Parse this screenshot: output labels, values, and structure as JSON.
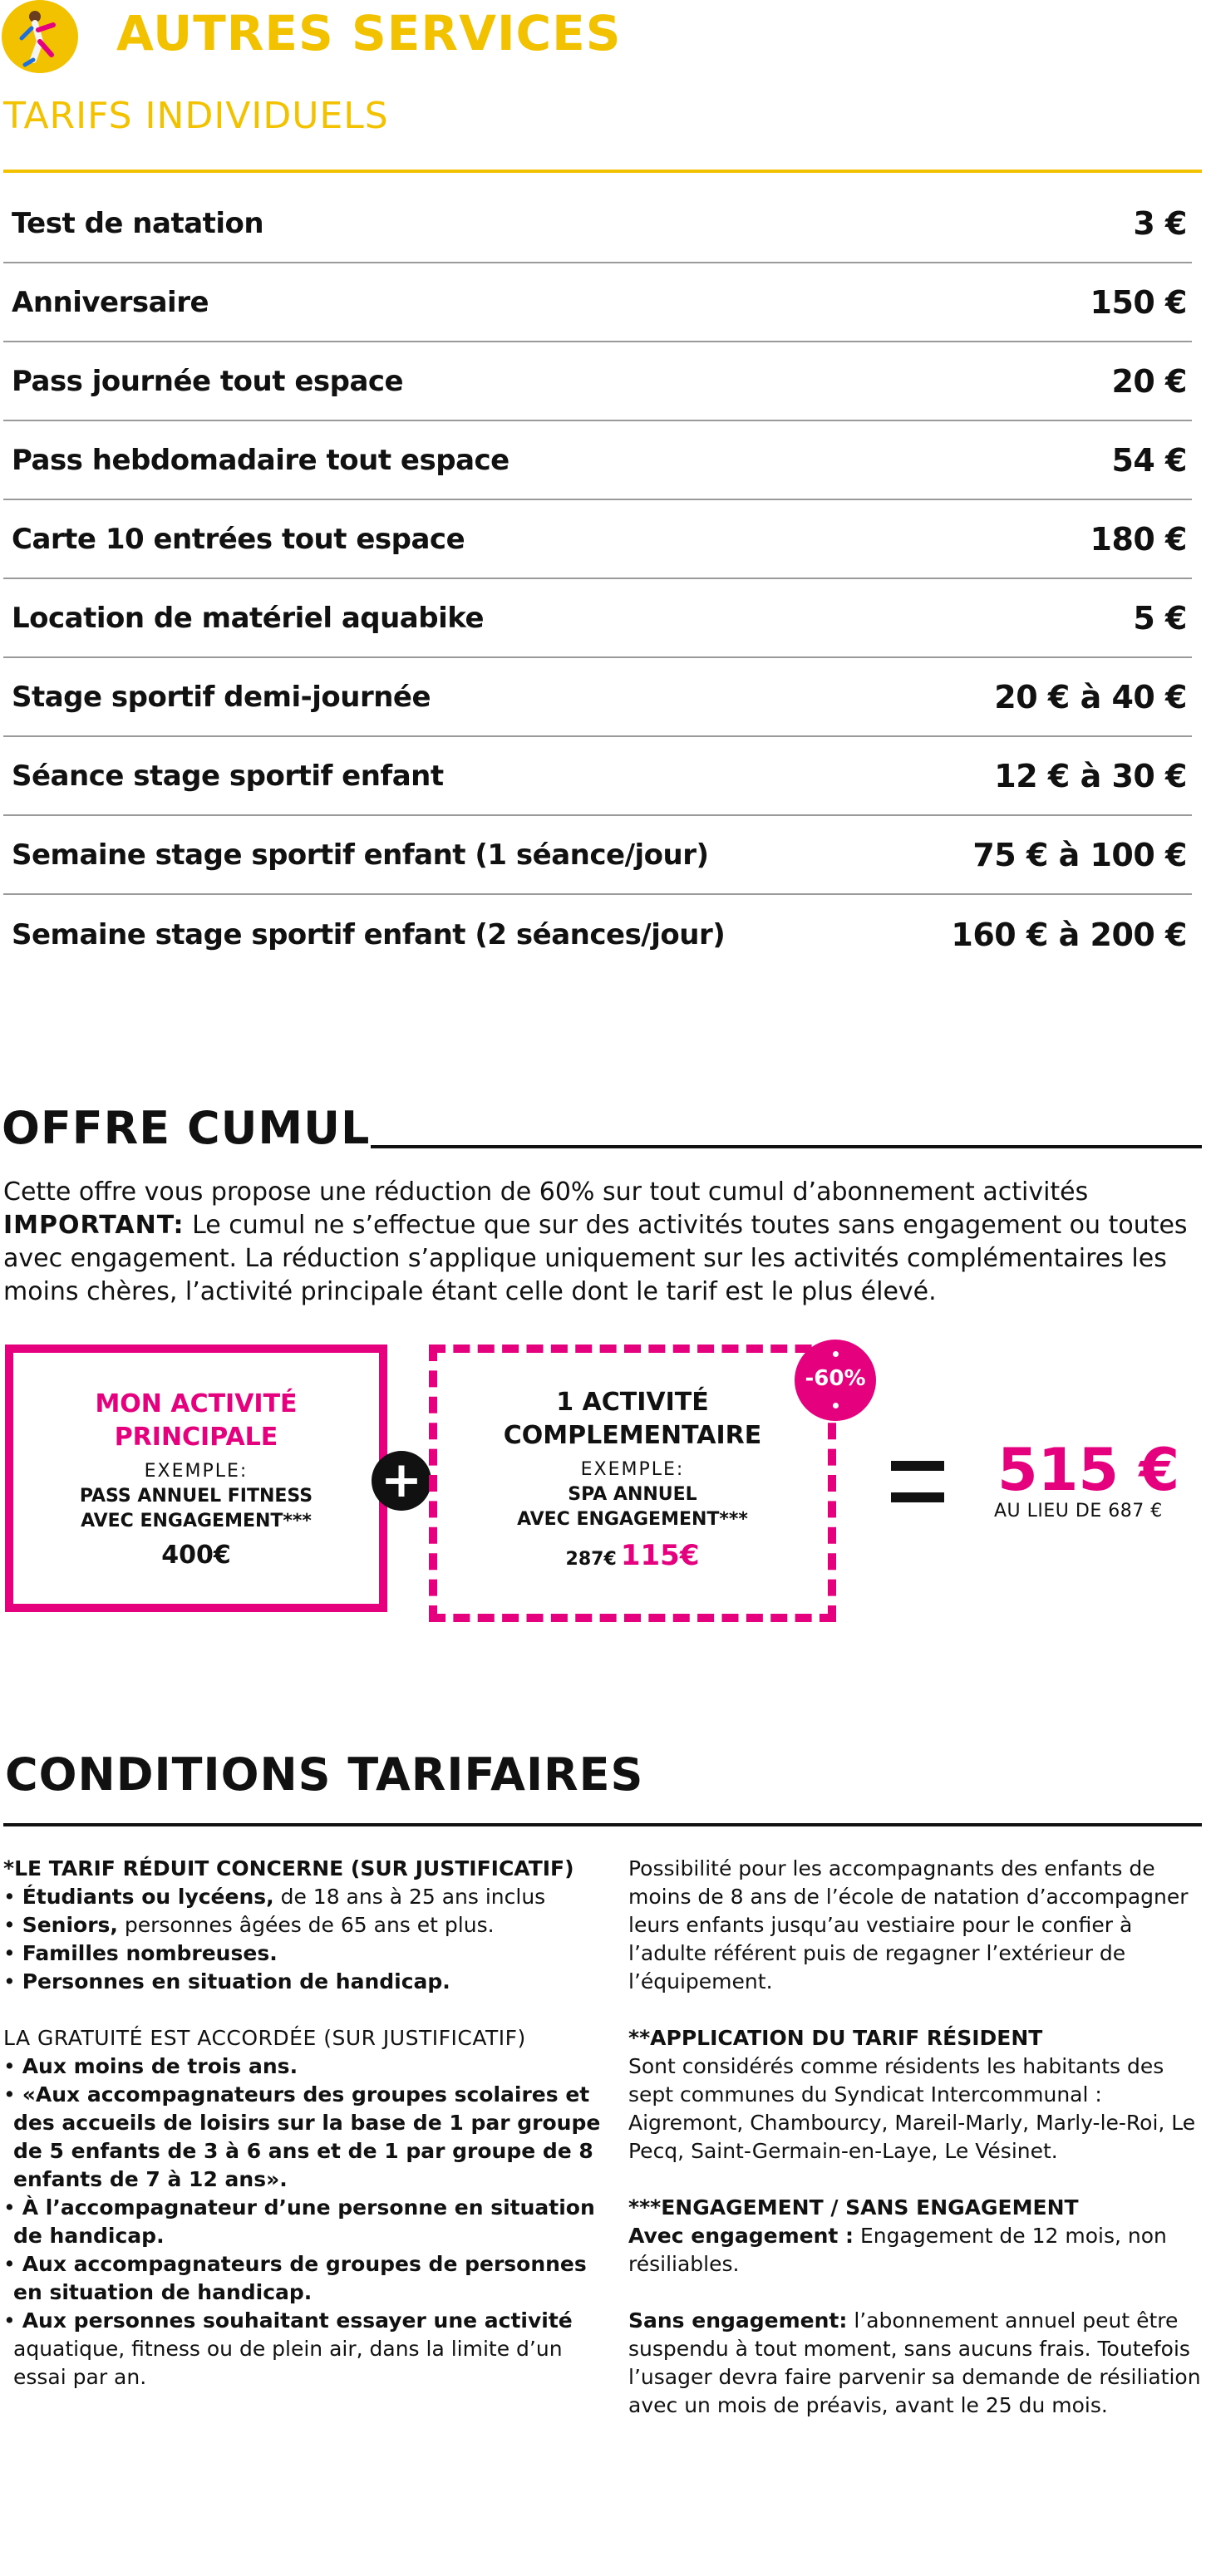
{
  "header": {
    "title": "AUTRES SERVICES",
    "subtitle": "TARIFS INDIVIDUELS"
  },
  "tarifs": [
    {
      "label": "Test de natation",
      "price": "3 €"
    },
    {
      "label": "Anniversaire",
      "price": "150 €"
    },
    {
      "label": "Pass journée tout espace",
      "price": "20 €"
    },
    {
      "label": "Pass hebdomadaire tout espace",
      "price": "54 €"
    },
    {
      "label": "Carte 10 entrées tout espace",
      "price": "180 €"
    },
    {
      "label": "Location de matériel aquabike",
      "price": "5 €"
    },
    {
      "label": "Stage sportif demi-journée",
      "price": "20 € à 40 €"
    },
    {
      "label": "Séance stage sportif enfant",
      "price": "12 € à 30 €"
    },
    {
      "label": "Semaine stage sportif enfant (1 séance/jour)",
      "price": "75 € à 100 €"
    },
    {
      "label": "Semaine stage sportif enfant (2 séances/jour)",
      "price": "160 € à 200 €"
    }
  ],
  "cumul": {
    "title": "OFFRE CUMUL",
    "line1": "Cette offre vous propose une réduction de 60% sur tout cumul d’abonnement activités",
    "important_label": "IMPORTANT:",
    "important_text": " Le cumul ne s’effectue que sur des activités toutes sans engagement ou toutes avec engagement. La réduction s’applique uniquement sur les activités complémentaires les moins chères, l’activité principale étant celle dont le tarif est le plus élevé.",
    "main_box": {
      "head1": "MON ACTIVITÉ",
      "head2": "PRINCIPALE",
      "example": "EXEMPLE:",
      "product1": "PASS ANNUEL FITNESS",
      "product2": "AVEC ENGAGEMENT***",
      "price": "400€"
    },
    "plus": "+",
    "comp_box": {
      "head1": "1 ACTIVITÉ",
      "head2": "COMPLEMENTAIRE",
      "example": "EXEMPLE:",
      "product1": "SPA ANNUEL",
      "product2": "AVEC ENGAGEMENT***",
      "old_price": "287€",
      "new_price": "115€"
    },
    "badge": "-60%",
    "total": "515 €",
    "instead": "AU LIEU DE 687 €"
  },
  "conditions": {
    "title": "CONDITIONS TARIFAIRES",
    "reduit_head": "*LE TARIF RÉDUIT CONCERNE (SUR JUSTIFICATIF)",
    "reduit_items": [
      {
        "bold": "Étudiants ou lycéens,",
        "text": " de 18 ans à 25 ans inclus"
      },
      {
        "bold": "Seniors,",
        "text": " personnes âgées de 65 ans et plus."
      },
      {
        "bold": "Familles nombreuses.",
        "text": ""
      },
      {
        "bold": "Personnes en situation de handicap.",
        "text": ""
      }
    ],
    "gratuite_head": "LA GRATUITÉ EST ACCORDÉE (SUR JUSTIFICATIF)",
    "gratuite_items": [
      {
        "bold": "Aux moins de trois ans.",
        "text": ""
      },
      {
        "bold": "«Aux accompagnateurs des groupes scolaires et des accueils de loisirs sur la base de 1 par groupe de 5 enfants de 3 à 6 ans et de 1 par groupe de 8 enfants de 7 à 12 ans».",
        "text": ""
      },
      {
        "bold": "À l’accompagnateur d’une personne en situation de handicap.",
        "text": ""
      },
      {
        "bold": "Aux accompagnateurs de groupes de personnes en situation de handicap.",
        "text": ""
      },
      {
        "bold": "Aux personnes souhaitant essayer une activité",
        "text": " aquatique, fitness ou de plein air, dans la limite d’un essai par an."
      }
    ],
    "accompagnants": "Possibilité pour les accompagnants des enfants de moins de 8 ans de l’école de natation d’accompagner leurs enfants jusqu’au vestiaire pour le confier à l’adulte référent puis de regagner l’extérieur de l’équipement.",
    "resident_head": "**APPLICATION DU TARIF RÉSIDENT",
    "resident_text": "Sont considérés comme résidents les habitants des sept communes du Syndicat Intercommunal : Aigremont, Chambourcy, Mareil-Marly, Marly-le-Roi, Le Pecq, Saint-Germain-en-Laye, Le Vésinet.",
    "engagement_head": "***ENGAGEMENT / SANS ENGAGEMENT",
    "avec_label": "Avec engagement :",
    "avec_text": "  Engagement de 12 mois, non résiliables.",
    "sans_label": "Sans engagement:",
    "sans_text": "  l’abonnement annuel peut être suspendu à tout moment, sans aucuns frais. Toutefois l’usager devra faire parvenir sa demande de résiliation avec un mois de préavis, avant le 25 du mois."
  }
}
